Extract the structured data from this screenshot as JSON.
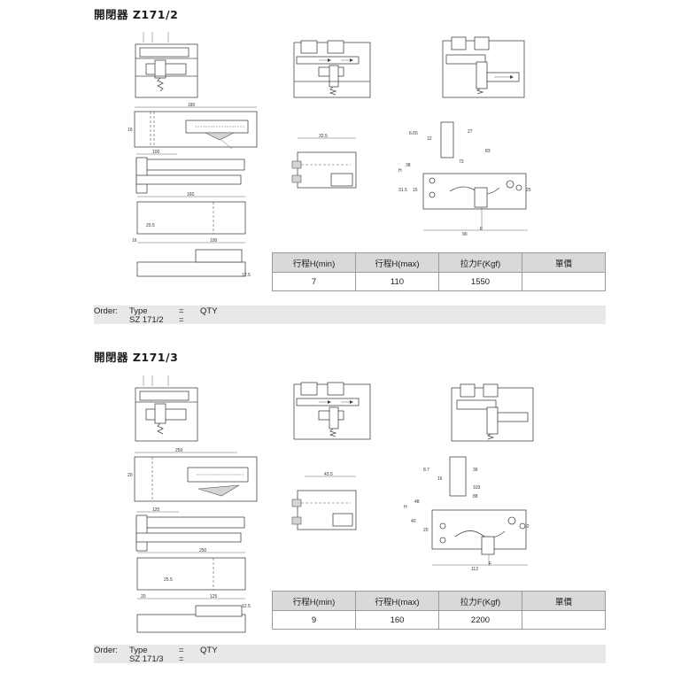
{
  "sections": [
    {
      "title": "開閉器 Z171/2",
      "headers": [
        "行程H(min)",
        "行程H(max)",
        "拉力F(Kgf)",
        "單價"
      ],
      "row": [
        "7",
        "110",
        "1550",
        ""
      ],
      "order": {
        "label": "Order:",
        "type": "Type",
        "eq": "=",
        "qty": "QTY",
        "model": "SZ 171/2",
        "eq2": "="
      },
      "dims": {
        "length": "180",
        "len_b": "100",
        "len_c": "160",
        "len_d": "100",
        "side_a": "16",
        "side_b": "20.5",
        "side_c": "12.5",
        "pitch": "32.5",
        "m1": "6.65",
        "m2": "12",
        "m3": "27",
        "m4": "83",
        "m5": "38",
        "m6": "73",
        "m7": "31.5",
        "m8": "15",
        "m9": "25",
        "m10": "90",
        "F": "F",
        "H": "H"
      }
    },
    {
      "title": "開閉器 Z171/3",
      "headers": [
        "行程H(min)",
        "行程H(max)",
        "拉力F(Kgf)",
        "單價"
      ],
      "row": [
        "9",
        "160",
        "2200",
        ""
      ],
      "order": {
        "label": "Order:",
        "type": "Type",
        "eq": "=",
        "qty": "QTY",
        "model": "SZ 171/3",
        "eq2": "="
      },
      "dims": {
        "length": "250",
        "len_b": "125",
        "len_c": "250",
        "len_d": "125",
        "side_a": "20",
        "side_b": "25.5",
        "side_c": "12.5",
        "pitch": "43.5",
        "m1": "8.7",
        "m2": "16",
        "m3": "36",
        "m4": "103",
        "m5": "48",
        "m6": "88",
        "m7": "40",
        "m8": "20",
        "m9": "32",
        "m10": "112",
        "F": "F",
        "H": "H"
      }
    }
  ]
}
